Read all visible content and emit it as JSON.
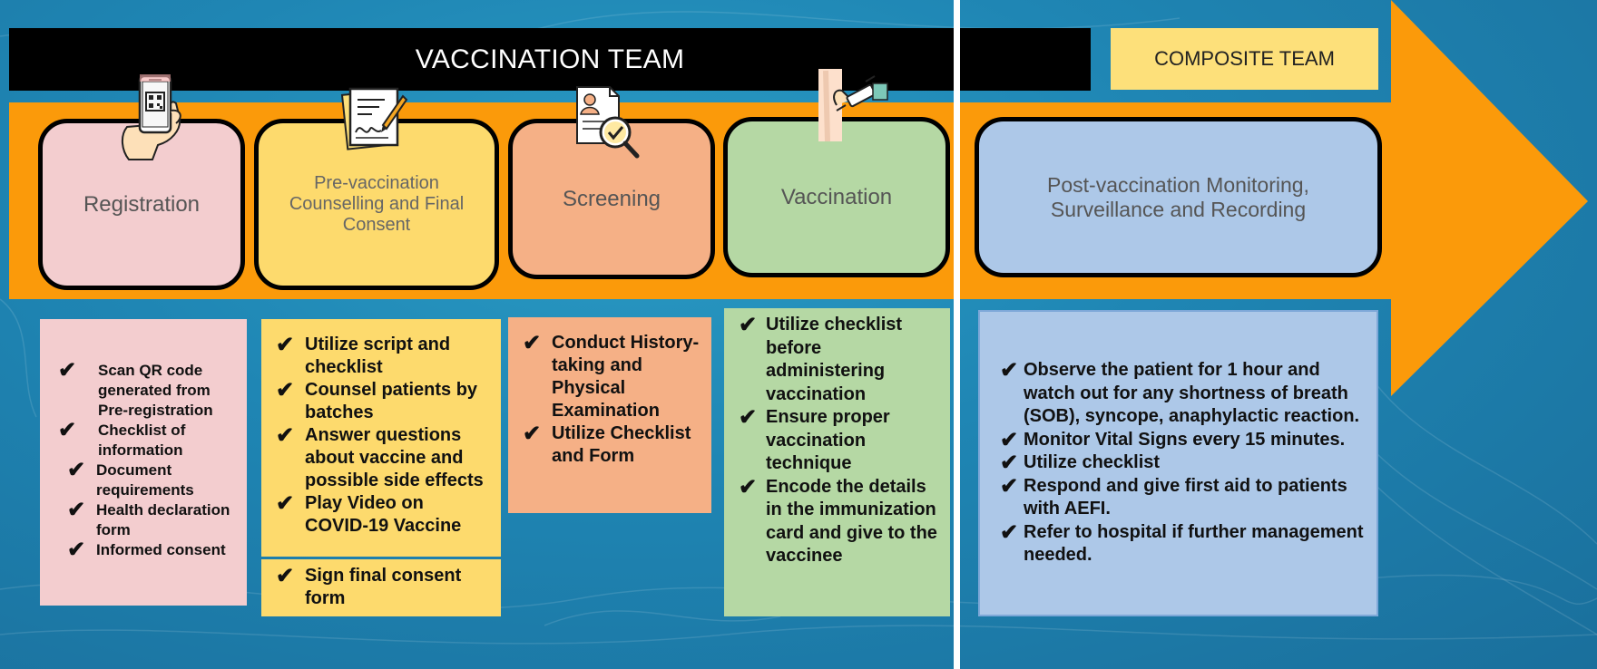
{
  "header": {
    "vaccination_team": "VACCINATION TEAM",
    "composite_team": "COMPOSITE TEAM"
  },
  "stages": {
    "registration": "Registration",
    "pre_vaccination": "Pre-vaccination Counselling and Final Consent",
    "screening": "Screening",
    "vaccination": "Vaccination",
    "post_vaccination": "Post-vaccination Monitoring, Surveillance and Recording"
  },
  "registration_items": [
    " Scan QR code generated from Pre-registration",
    "Checklist of information",
    "Document requirements",
    "Health declaration form",
    "Informed consent"
  ],
  "pre_vaccination_items": [
    "Utilize script and checklist",
    "Counsel patients by batches",
    "Answer questions about vaccine and possible side effects",
    "Play Video on COVID-19 Vaccine"
  ],
  "pre_vaccination_final": "Sign final consent form",
  "screening_items": [
    "Conduct History-taking and Physical Examination",
    "Utilize Checklist and Form"
  ],
  "vaccination_items": [
    "Utilize checklist before administering vaccination",
    "Ensure proper vaccination technique",
    "Encode the details in the immunization card and give to the vaccinee"
  ],
  "post_vaccination_items": [
    " Observe the patient for 1 hour and watch out for any shortness of breath (SOB), syncope, anaphylactic reaction.",
    " Monitor Vital Signs every 15 minutes.",
    " Utilize checklist",
    " Respond and give first aid to patients with AEFI.",
    " Refer to hospital if further management needed."
  ],
  "check_glyph": "✔",
  "colors": {
    "arrow": "#fb9a0a",
    "registration": "#f3cdcf",
    "pre_vaccination": "#fdda6d",
    "screening": "#f5b086",
    "vaccination": "#b5d8a4",
    "post_vaccination": "#adc8e8",
    "composite_tag": "#fde07a"
  },
  "icons": {
    "registration": "smartphone-qr-icon",
    "pre_vaccination": "signed-document-icon",
    "screening": "profile-document-magnifier-icon",
    "vaccination": "syringe-arm-icon"
  }
}
